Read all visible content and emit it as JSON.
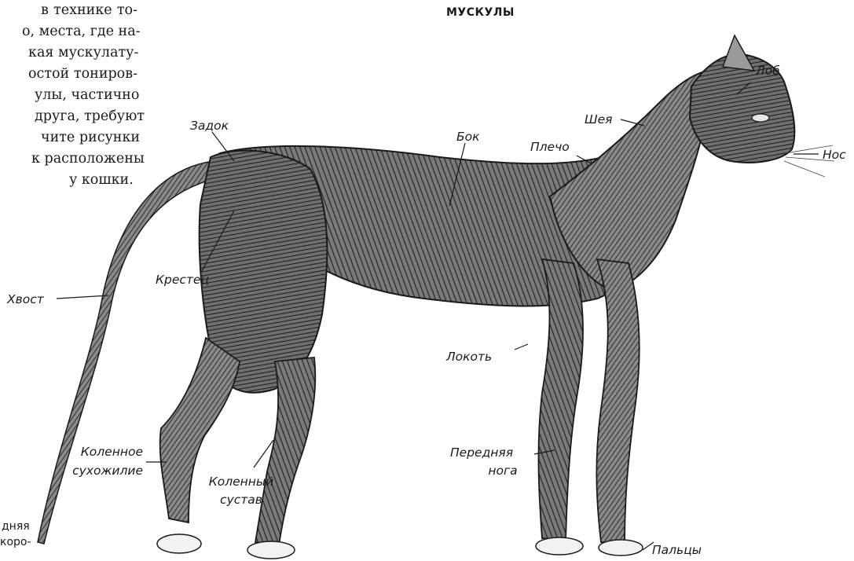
{
  "page": {
    "body_text_lines": [
      "в технике то-",
      "о, места, где на-",
      "кая мускулату-",
      "остой тониров-",
      "улы, частично",
      "друга, требуют",
      "чите рисунки",
      "к расположены",
      "у кошки."
    ],
    "title": "МУСКУЛЫ",
    "caption_lines": [
      "дняя",
      "коро-"
    ]
  },
  "labels": {
    "lob": "Лоб",
    "sheya": "Шея",
    "nos": "Нос",
    "zadok": "Задок",
    "bok": "Бок",
    "plecho": "Плечо",
    "krestets": "Крестец",
    "khvost": "Хвост",
    "lokot": "Локоть",
    "kolennoe_1": "Коленное",
    "kolennoe_2": "сухожилие",
    "kolennyy_1": "Коленный",
    "kolennyy_2": "сустав",
    "perednyaya_1": "Передняя",
    "perednyaya_2": "нога",
    "paltsy": "Пальцы"
  },
  "illustration": {
    "subject": "cat-muscle-anatomy",
    "colors": {
      "ink": "#1a1a1a",
      "muscle_dark": "#2a2a2a",
      "muscle_light": "#6a6a6a",
      "paper": "#ffffff"
    }
  }
}
